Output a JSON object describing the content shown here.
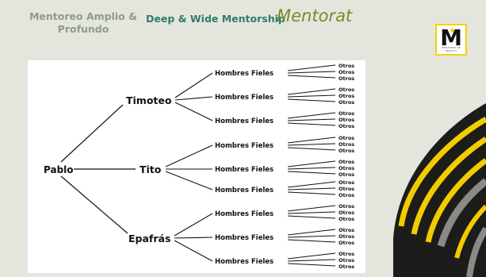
{
  "header": {
    "title_spanish": "Mentoreo Amplio & Profundo",
    "title_english": "Deep & Wide Mentorship",
    "title_haitian": "Mentorat"
  },
  "logo": {
    "letter": "M",
    "caption": "MENTORES DE IMPACTO",
    "accent_color": "#f0d400"
  },
  "tree": {
    "root": "Pablo",
    "branches": [
      {
        "name": "Timoteo",
        "children": [
          {
            "label": "Hombres Fieles",
            "others": [
              "Otros",
              "Otros",
              "Otros"
            ]
          },
          {
            "label": "Hombres Fieles",
            "others": [
              "Otros",
              "Otros",
              "Otros"
            ]
          },
          {
            "label": "Hombres Fieles",
            "others": [
              "Otros",
              "Otros",
              "Otros"
            ]
          }
        ]
      },
      {
        "name": "Tito",
        "children": [
          {
            "label": "Hombres Fieles",
            "others": [
              "Otros",
              "Otros",
              "Otros"
            ]
          },
          {
            "label": "Hombres Fieles",
            "others": [
              "Otros",
              "Otros",
              "Otros"
            ]
          },
          {
            "label": "Hombres Fieles",
            "others": [
              "Otros",
              "Otros",
              "Otros"
            ]
          }
        ]
      },
      {
        "name": "Epafrás",
        "children": [
          {
            "label": "Hombres Fieles",
            "others": [
              "Otros",
              "Otros",
              "Otros"
            ]
          },
          {
            "label": "Hombres Fieles",
            "others": [
              "Otros",
              "Otros",
              "Otros"
            ]
          },
          {
            "label": "Hombres Fieles",
            "others": [
              "Otros",
              "Otros",
              "Otros"
            ]
          }
        ]
      }
    ]
  },
  "colors": {
    "background": "#e4e6de",
    "stripe_black": "#1c1c1a",
    "stripe_yellow": "#f2cc00",
    "stripe_gray": "#8a8a86"
  }
}
